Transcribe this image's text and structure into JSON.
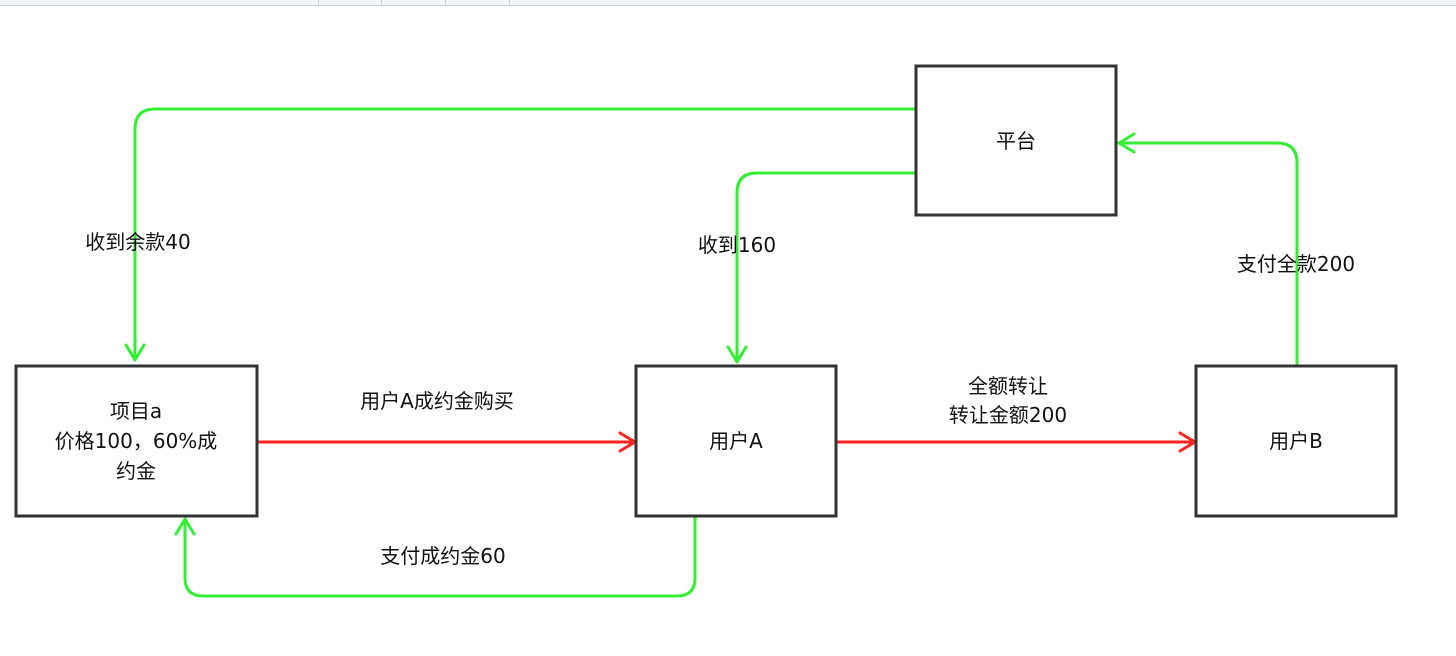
{
  "nodes": {
    "project": {
      "lines": [
        "项目a",
        "价格100，60%成",
        "约金"
      ]
    },
    "user_a": {
      "label": "用户A"
    },
    "user_b": {
      "label": "用户B"
    },
    "platform": {
      "label": "平台"
    }
  },
  "edges": {
    "project_to_user_a": {
      "label": "用户A成约金购买"
    },
    "user_a_to_user_b": {
      "lines": [
        "全额转让",
        "转让金额200"
      ]
    },
    "user_a_pays_project": {
      "label": "支付成约金60"
    },
    "user_b_pays_platform": {
      "label": "支付全款200"
    },
    "platform_to_user_a": {
      "label": "收到160"
    },
    "platform_to_project": {
      "label": "收到余款40"
    }
  },
  "colors": {
    "money_flow": "#33ee33",
    "transfer_flow": "#ff2222",
    "node_border": "#333333"
  }
}
